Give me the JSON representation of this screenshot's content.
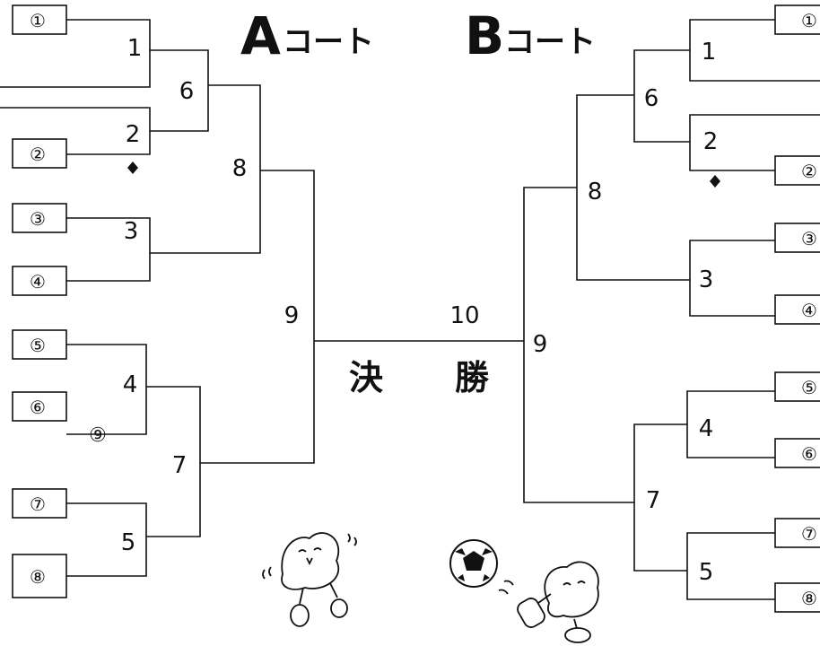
{
  "court_a": {
    "letter": "A",
    "suffix": "コート",
    "seeds": [
      "①",
      "②",
      "③",
      "④",
      "⑤",
      "⑥",
      "⑦",
      "⑧"
    ],
    "extra_seed": "⑨",
    "matches": [
      "1",
      "2",
      "3",
      "4",
      "5",
      "6",
      "7",
      "8",
      "9"
    ]
  },
  "court_b": {
    "letter": "B",
    "suffix": "コート",
    "seeds": [
      "①",
      "②",
      "③",
      "④",
      "⑤",
      "⑥",
      "⑦",
      "⑧"
    ],
    "matches": [
      "1",
      "2",
      "3",
      "4",
      "5",
      "6",
      "7",
      "8",
      "9"
    ]
  },
  "final": {
    "match": "10",
    "label_left": "決",
    "label_right": "勝"
  },
  "colors": {
    "ink": "#111111",
    "paper": "#ffffff"
  },
  "decorations": [
    "bird-mascot-icon",
    "soccer-ball-icon",
    "kicking-bird-mascot-icon",
    "diamond-marker-icon"
  ]
}
